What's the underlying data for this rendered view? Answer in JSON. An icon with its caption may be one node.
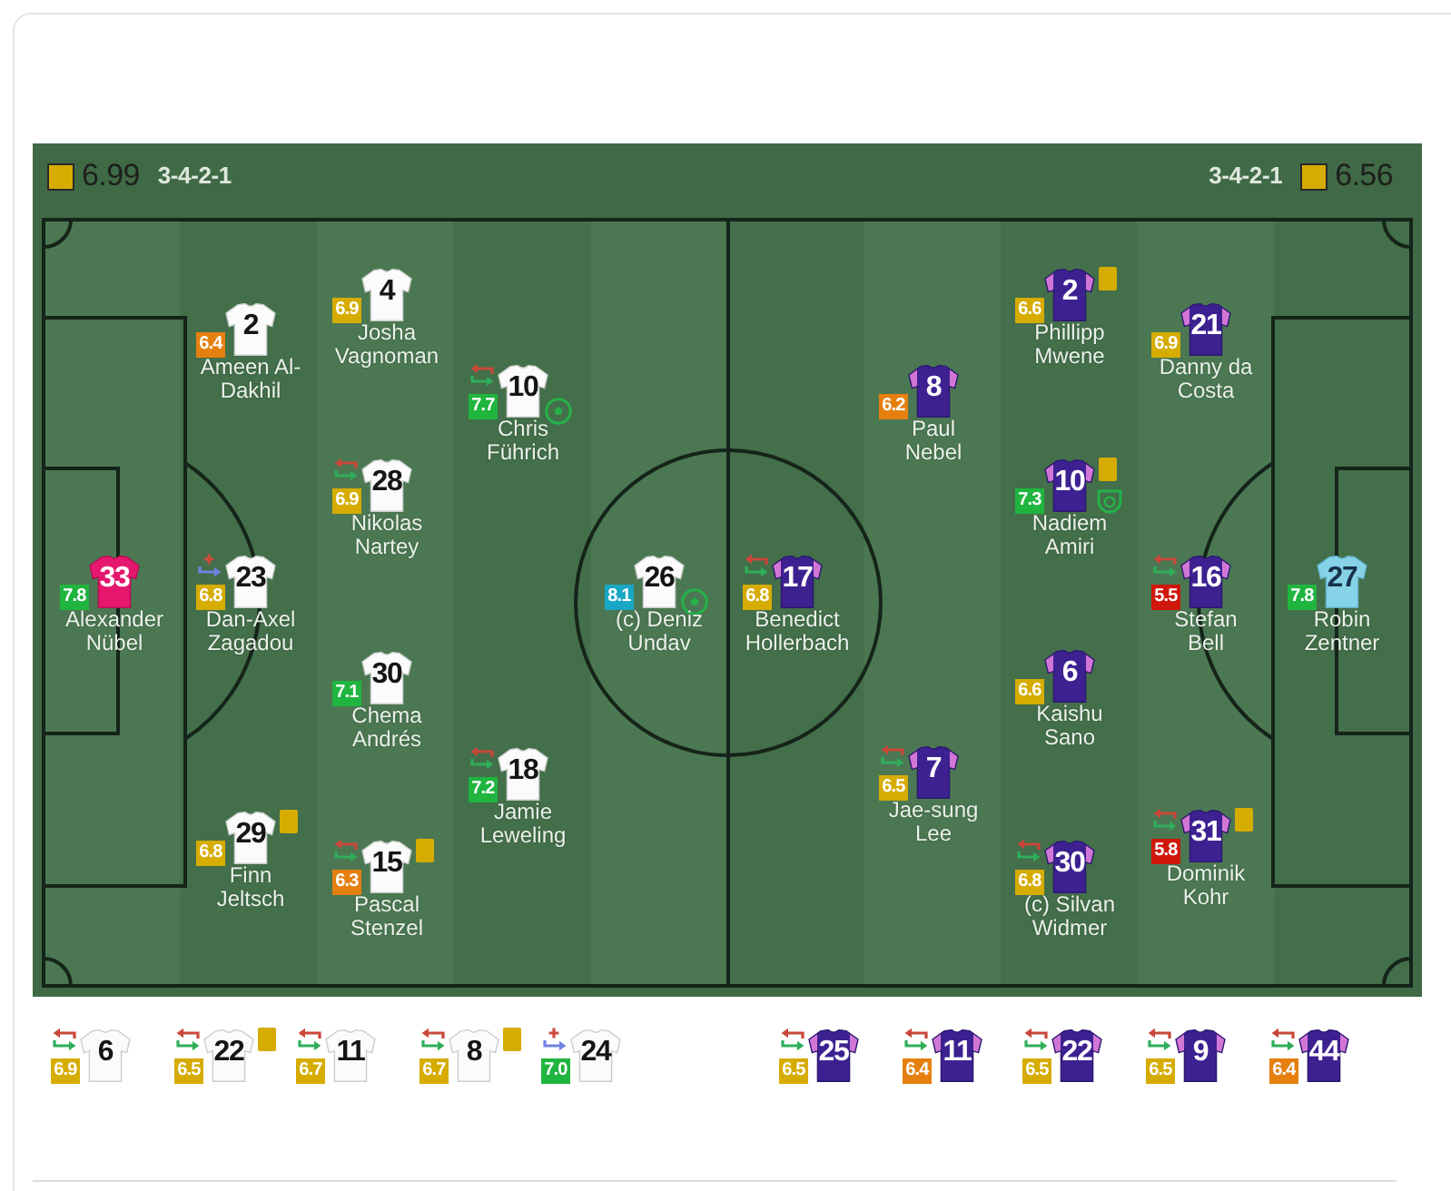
{
  "diagram": {
    "nodes": [
      {
        "text": [
          "33"
        ],
        "beside": [
          "7.8",
          "Alexander Nübel"
        ]
      },
      {
        "text": [
          "2"
        ],
        "beside": [
          "6.4",
          "Ameen Al-Dakhil"
        ]
      },
      {
        "text": [
          "23"
        ],
        "beside": [
          "6.8",
          "Dan-Axel Zagadou"
        ]
      },
      {
        "text": [
          "29"
        ],
        "beside": [
          "6.8",
          "Finn Jeltsch"
        ]
      },
      {
        "text": [
          "4"
        ],
        "beside": [
          "6.9",
          "Josha Vagnoman"
        ]
      },
      {
        "text": [
          "28"
        ],
        "beside": [
          "6.9",
          "Nikolas Nartey"
        ]
      },
      {
        "text": [
          "30"
        ],
        "beside": [
          "7.1",
          "Chema Andrés"
        ]
      },
      {
        "text": [
          "15"
        ],
        "beside": [
          "6.3",
          "Pascal Stenzel"
        ]
      },
      {
        "text": [
          "10"
        ],
        "beside": [
          "7.7",
          "Chris Führich"
        ]
      },
      {
        "text": [
          "18"
        ],
        "beside": [
          "7.2",
          "Jamie Leweling"
        ]
      },
      {
        "text": [
          "26"
        ],
        "beside": [
          "8.1",
          "(c) Deniz Undav"
        ]
      },
      {
        "text": [
          "17"
        ],
        "beside": [
          "6.8",
          "Benedict Hollerbach"
        ]
      },
      {
        "text": [
          "8"
        ],
        "beside": [
          "6.2",
          "Paul Nebel"
        ]
      },
      {
        "text": [
          "7"
        ],
        "beside": [
          "6.5",
          "Jae-sung Lee"
        ]
      },
      {
        "text": [
          "2"
        ],
        "beside": [
          "6.6",
          "Phillipp Mwene"
        ]
      },
      {
        "text": [
          "10"
        ],
        "beside": [
          "7.3",
          "Nadiem Amiri"
        ]
      },
      {
        "text": [
          "6"
        ],
        "beside": [
          "6.6",
          "Kaishu Sano"
        ]
      },
      {
        "text": [
          "30"
        ],
        "beside": [
          "6.8",
          "(c) Silvan Widmer"
        ]
      },
      {
        "text": [
          "21"
        ],
        "beside": [
          "6.9",
          "Danny da Costa"
        ]
      },
      {
        "text": [
          "16"
        ],
        "beside": [
          "5.5",
          "Stefan Bell"
        ]
      },
      {
        "text": [
          "31"
        ],
        "beside": [
          "5.8",
          "Dominik Kohr"
        ]
      },
      {
        "text": [
          "27"
        ],
        "beside": [
          "7.8",
          "Robin Zentner"
        ]
      },
      {
        "text": [
          "6"
        ],
        "beside": [
          "6.9"
        ]
      },
      {
        "text": [
          "22"
        ],
        "beside": [
          "6.5"
        ]
      },
      {
        "text": [
          "11"
        ],
        "beside": [
          "6.7"
        ]
      },
      {
        "text": [
          "8"
        ],
        "beside": [
          "6.7"
        ]
      },
      {
        "text": [
          "24"
        ],
        "beside": [
          "7.0"
        ]
      },
      {
        "text": [
          "25"
        ],
        "beside": [
          "6.5"
        ]
      },
      {
        "text": [
          "11"
        ],
        "beside": [
          "6.4"
        ]
      },
      {
        "text": [
          "22"
        ],
        "beside": [
          "6.5"
        ]
      },
      {
        "text": [
          "9"
        ],
        "beside": [
          "6.5"
        ]
      },
      {
        "text": [
          "44"
        ],
        "beside": [
          "6.4"
        ]
      }
    ],
    "labels": [
      "6.99",
      "3-4-2-1",
      "3-4-2-1",
      "6.56"
    ]
  }
}
